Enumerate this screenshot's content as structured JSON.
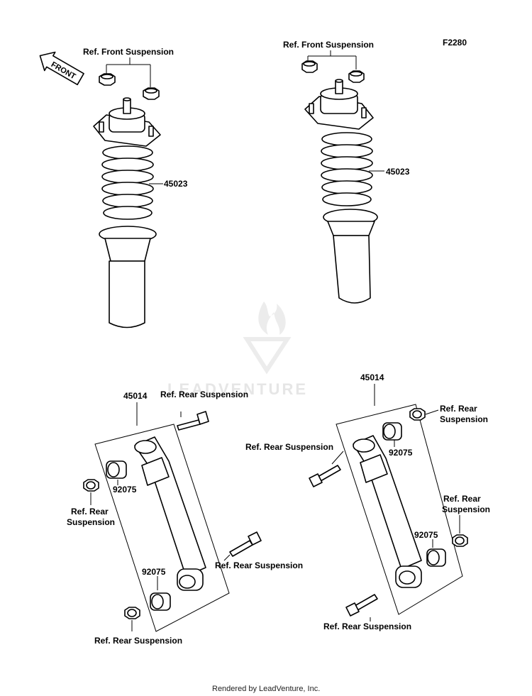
{
  "figure_code": "F2280",
  "front_arrow": "FRONT",
  "watermark": "LEADVENTURE",
  "footer": "Rendered by LeadVenture, Inc.",
  "labels": {
    "ref_front_suspension": "Ref. Front Suspension",
    "ref_rear_suspension": "Ref. Rear Suspension",
    "ref_rear_line1": "Ref. Rear",
    "ref_rear_line2": "Suspension",
    "front_shock_part": "45023",
    "rear_shock_part": "45014",
    "bushing_part": "92075"
  }
}
